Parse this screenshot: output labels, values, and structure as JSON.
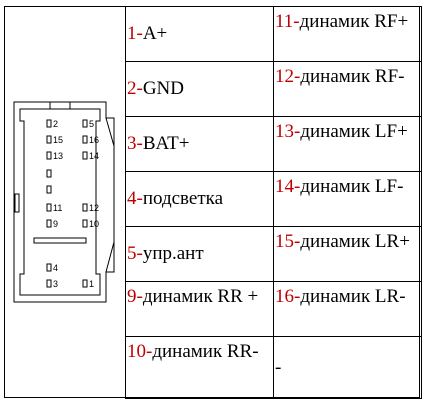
{
  "connector": {
    "pins_left": [
      "2",
      "15",
      "13",
      "11",
      "9",
      "4",
      "3"
    ],
    "pins_right": [
      "5",
      "16",
      "14",
      "12",
      "10",
      "1"
    ]
  },
  "table": {
    "rows": [
      {
        "left": {
          "num": "1",
          "sep": "-",
          "text": "A+"
        },
        "right": {
          "num": "11",
          "sep": "-",
          "text": "динамик RF+"
        }
      },
      {
        "left": {
          "num": "2",
          "sep": "-",
          "text": "GND"
        },
        "right": {
          "num": "12",
          "sep": "-",
          "text": "динамик RF-"
        }
      },
      {
        "left": {
          "num": "3",
          "sep": "-",
          "text": "BAT+"
        },
        "right": {
          "num": "13",
          "sep": "-",
          "text": "динамик LF+"
        }
      },
      {
        "left": {
          "num": "4",
          "sep": "-",
          "text": "подсветка"
        },
        "right": {
          "num": "14",
          "sep": "-",
          "text": "динамик LF-"
        }
      },
      {
        "left": {
          "num": "5",
          "sep": "-",
          "text": "упр.ант"
        },
        "right": {
          "num": "15",
          "sep": "-",
          "text": "динамик LR+"
        }
      },
      {
        "left": {
          "num": "9",
          "sep": "-",
          "text": "динамик RR +"
        },
        "right": {
          "num": "16",
          "sep": "-",
          "text": "динамик LR-"
        }
      },
      {
        "left": {
          "num": "10",
          "sep": "-",
          "text": "динамик RR-"
        },
        "right": {
          "num": "",
          "sep": "",
          "text": "-"
        }
      }
    ]
  }
}
